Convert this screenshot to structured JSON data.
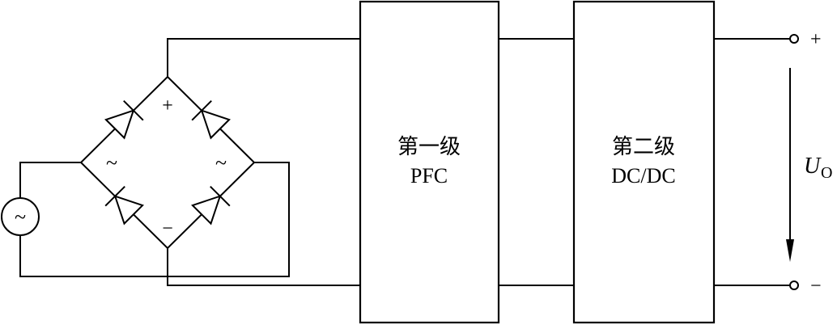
{
  "blocks": [
    {
      "line1": "第一级",
      "line2": "PFC"
    },
    {
      "line1": "第二级",
      "line2": "DC/DC"
    }
  ],
  "bridge": {
    "plus": "+",
    "minus": "−",
    "ac_left": "~",
    "ac_right": "~"
  },
  "source": {
    "symbol": "~"
  },
  "output": {
    "plus": "+",
    "minus": "−",
    "voltage_main": "U",
    "voltage_sub": "O"
  }
}
